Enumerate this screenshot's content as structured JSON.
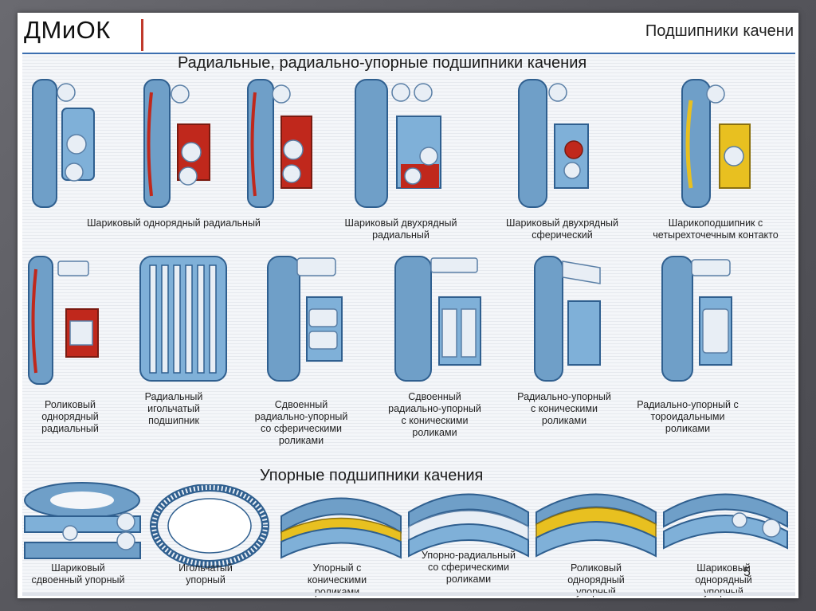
{
  "header": {
    "logo": "ДМиОК",
    "topic": "Подшипники качени"
  },
  "sections": {
    "radial_title": "Радиальные, радиально-упорные подшипники качения",
    "thrust_title": "Упорные подшипники качения"
  },
  "row1_captions": {
    "c1": "Шариковый однорядный радиальный",
    "c2": "Шариковый двухрядный радиальный",
    "c3": "Шариковый двухрядный сферический",
    "c4": "Шарикоподшипник с четырехточечным контакто"
  },
  "row2_captions": {
    "c1": "Роликовый однорядный радиальный",
    "c2": "Радиальный игольчатый подшипник",
    "c3": "Сдвоенный радиально-упорный со сферическими роликами",
    "c4": "Сдвоенный радиально-упорный с коническими роликами",
    "c5": "Радиально-упорный с коническими роликами",
    "c6": "Радиально-упорный с тороидальными роликами"
  },
  "row3_captions": {
    "c1": "Шариковый сдвоенный упорный",
    "c2": "Игольчатый упорный",
    "c3": "Упорный с коническими роликами",
    "c4": "Упорно-радиальный со сферическими роликами",
    "c5": "Роликовый однорядный упорный",
    "c6": "Шариковый однорядный упорный"
  },
  "page_number": "5",
  "colors": {
    "steel": "#6f9fc8",
    "steel_dark": "#2f5f8f",
    "cage_red": "#c0281c",
    "cage_yellow": "#e8c020",
    "accent": "#c0392b"
  }
}
